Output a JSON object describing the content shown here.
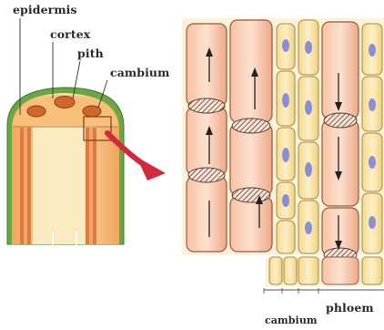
{
  "labels": {
    "epidermis": "epidermis",
    "cortex": "cortex",
    "pith": "pith",
    "cambium": "cambium",
    "phloem": "phloem",
    "cambium_bottom": "cambium"
  },
  "colors": {
    "stem_outer": "#5a9a34",
    "cortex_fill": "#f7c98a",
    "pith_fill": "#fbe9bf",
    "vascular_bundle": "#d2672e",
    "xylem_cell": "#f0b38f",
    "phloem_cell": "#f3d891",
    "nucleus": "#8a8fd0",
    "arrow_red": "#d22a3c"
  }
}
